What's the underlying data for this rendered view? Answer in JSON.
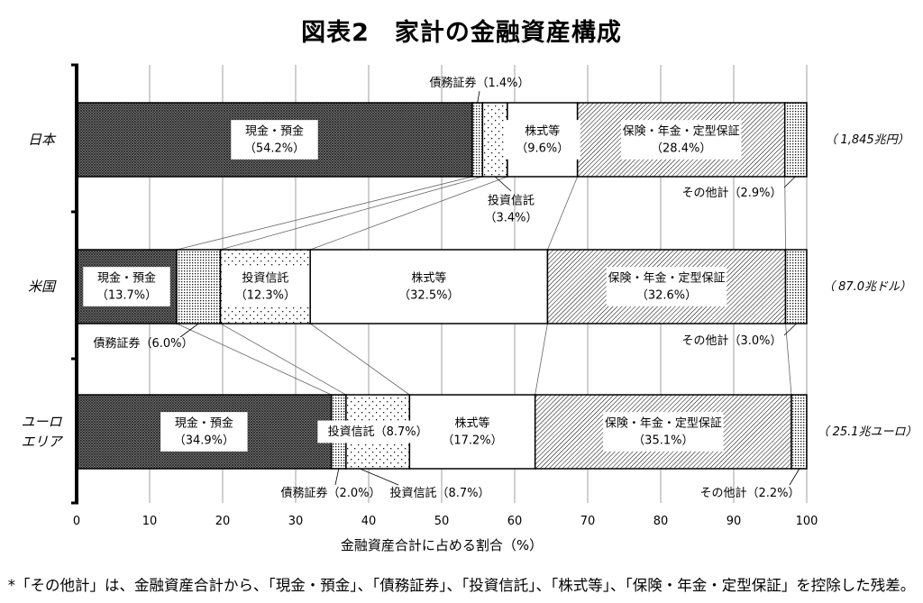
{
  "chart_data": {
    "type": "bar",
    "orientation": "horizontal",
    "stacked": true,
    "title": "図表2　家計の金融資産構成",
    "xlabel": "金融資産合計に占める割合（%）",
    "xlim": [
      0,
      100
    ],
    "xticks": [
      "0",
      "10",
      "20",
      "30",
      "40",
      "50",
      "60",
      "70",
      "80",
      "90",
      "100"
    ],
    "grid": true,
    "categories": [
      "日本",
      "米国",
      "ユーロ\nエリア"
    ],
    "totals": [
      "（ 1,845兆円）",
      "（ 87.0兆ドル）",
      "（ 25.1兆ユーロ）"
    ],
    "series": [
      {
        "name": "現金・預金",
        "pattern": "dark-crosshatch",
        "values": [
          54.2,
          13.7,
          34.9
        ],
        "labels": [
          "現金・預金\n（54.2%）",
          "現金・預金\n（13.7%）",
          "現金・預金\n（34.9%）"
        ]
      },
      {
        "name": "債務証券",
        "pattern": "dense-dots",
        "values": [
          1.4,
          6.0,
          2.0
        ],
        "labels": [
          "債務証券（1.4%）",
          "債務証券（6.0%）",
          "債務証券（2.0%）"
        ]
      },
      {
        "name": "投資信託",
        "pattern": "sparse-dots",
        "values": [
          3.4,
          12.3,
          8.7
        ],
        "labels": [
          "投資信託\n（3.4%）",
          "投資信託\n（12.3%）",
          "投資信託（8.7%）"
        ]
      },
      {
        "name": "株式等",
        "pattern": "white",
        "values": [
          9.6,
          32.5,
          17.2
        ],
        "labels": [
          "株式等\n（9.6%）",
          "株式等\n（32.5%）",
          "株式等\n（17.2%）"
        ]
      },
      {
        "name": "保険・年金・定型保証",
        "pattern": "diagonal-hatch",
        "values": [
          28.4,
          32.6,
          35.1
        ],
        "labels": [
          "保険・年金・定型保証\n（28.4%）",
          "保険・年金・定型保証\n（32.6%）",
          "保険・年金・定型保証\n（35.1%）"
        ]
      },
      {
        "name": "その他計",
        "pattern": "dense-dots",
        "values": [
          2.9,
          3.0,
          2.2
        ],
        "labels": [
          "その他計（2.9%）",
          "その他計（3.0%）",
          "その他計（2.2%）"
        ]
      }
    ],
    "footnote": "*「その他計」は、金融資産合計から、「現金・預金」、「債務証券」、「投資信託」、「株式等」、「保険・年金・定型保証」を控除した残差。"
  }
}
